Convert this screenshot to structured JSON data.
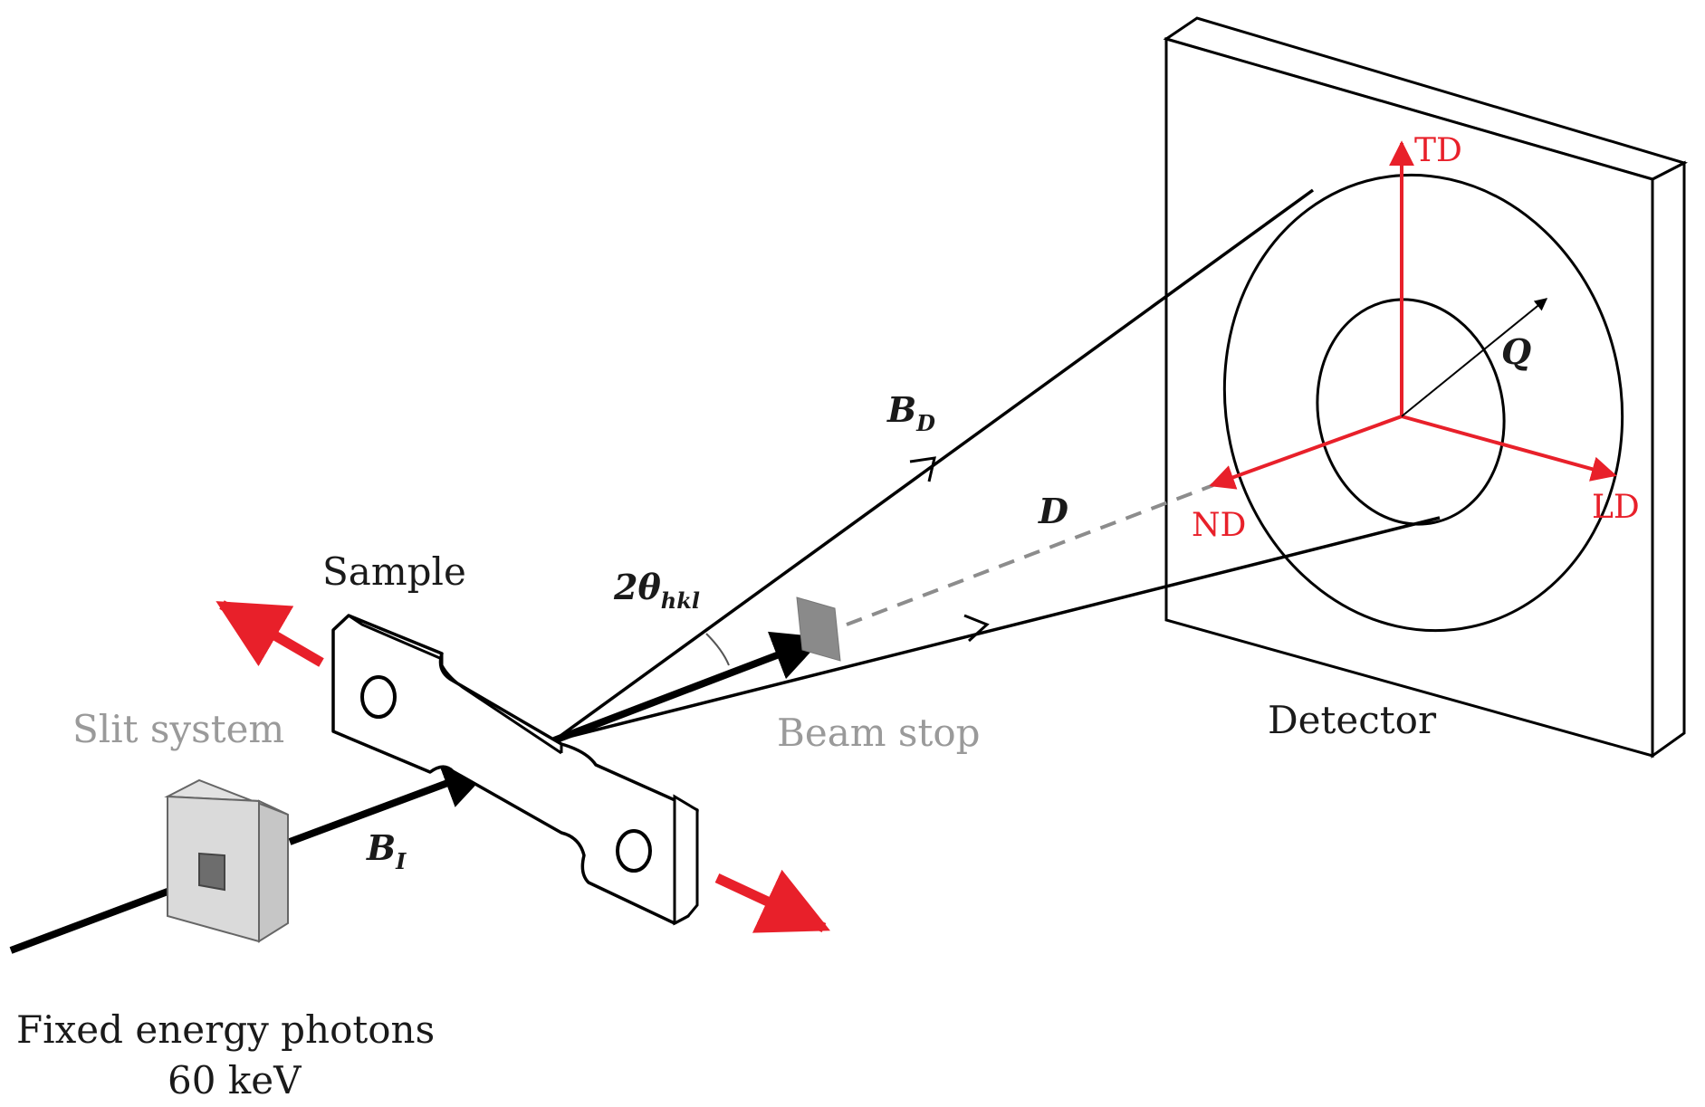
{
  "labels": {
    "sample": "Sample",
    "slit_system": "Slit system",
    "beam_stop": "Beam stop",
    "detector": "Detector",
    "source_line1": "Fixed energy photons",
    "source_line2": "60 keV",
    "incident_beam": {
      "base": "B",
      "sub": "I"
    },
    "diffracted_beam": {
      "base": "B",
      "sub": "D"
    },
    "distance": "D",
    "angle": {
      "base": "2θ",
      "sub": "hkl"
    },
    "scattering_vector": "Q",
    "axis_td": "TD",
    "axis_nd": "ND",
    "axis_ld": "LD"
  },
  "colors": {
    "line": "#000000",
    "axes_red": "#e8202a",
    "label_grey": "#9a9a9a",
    "slit_grey": "#d0d0d0",
    "beam_stop_grey": "#8a8a8a",
    "dashed_grey": "#8c8c8c"
  }
}
